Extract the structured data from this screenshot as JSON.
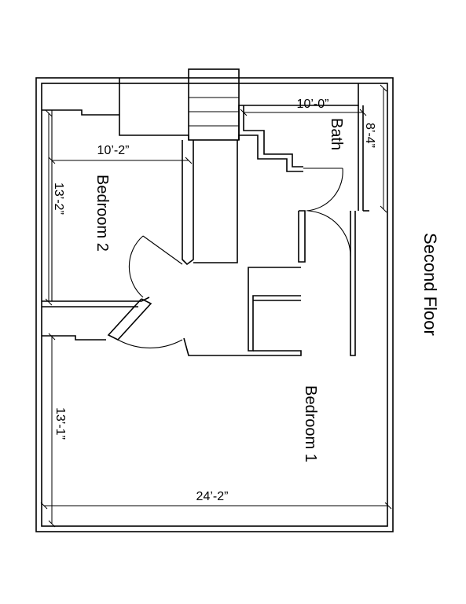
{
  "page_title": "Second Floor",
  "rooms": {
    "bedroom1": "Bedroom 1",
    "bedroom2": "Bedroom 2",
    "bath": "Bath"
  },
  "dimensions": {
    "bedroom2_width": "10’-2”",
    "bedroom2_depth": "13’-2”",
    "bath_width": "10’-0”",
    "bath_depth": "8’-4”",
    "bedroom1_depth": "13’-1”",
    "overall_width": "24’-2”"
  }
}
